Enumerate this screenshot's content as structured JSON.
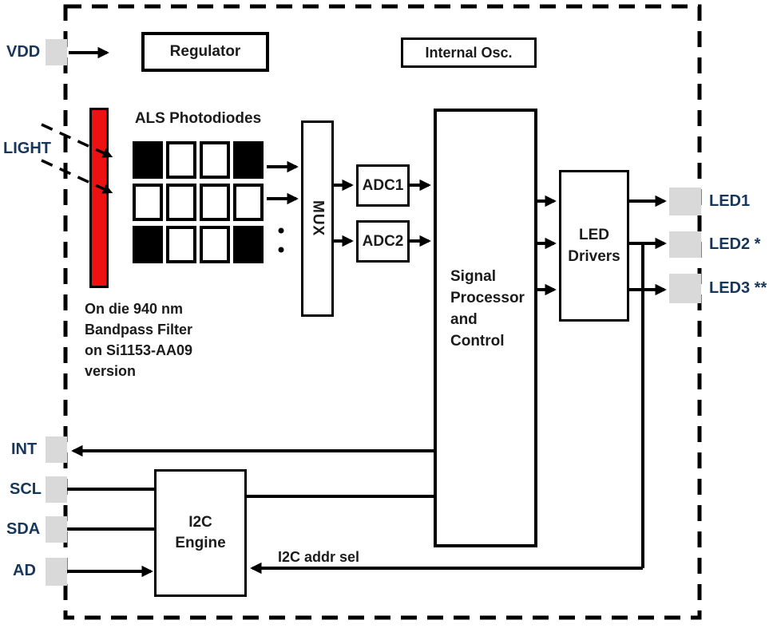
{
  "pins": {
    "vdd": "VDD",
    "light": "LIGHT",
    "int": "INT",
    "scl": "SCL",
    "sda": "SDA",
    "ad": "AD",
    "led1": "LED1",
    "led2": "LED2 *",
    "led3": "LED3 **"
  },
  "blocks": {
    "regulator": "Regulator",
    "internal_osc": "Internal Osc.",
    "mux": "MUX",
    "adc1": "ADC1",
    "adc2": "ADC2",
    "signal_processor_lines": [
      "Signal",
      "Processor",
      "and",
      "Control"
    ],
    "led_drivers_lines": [
      "LED",
      "Drivers"
    ],
    "i2c_engine_lines": [
      "I2C",
      "Engine"
    ]
  },
  "labels": {
    "als_photodiodes": "ALS Photodiodes",
    "filter_note_lines": [
      "On die 940 nm",
      "Bandpass Filter",
      "on Si1153-AA09",
      "version"
    ],
    "i2c_addr_sel": "I2C addr sel"
  },
  "photodiode_grid": {
    "rows": [
      "BWWB",
      "WWWW",
      "BWWB"
    ]
  },
  "colors": {
    "filter_red": "#ee1111",
    "pad_gray": "#d9d9d9",
    "line_black": "#000000",
    "text_dark": "#1b1b1b",
    "pin_text": "#16365c"
  }
}
